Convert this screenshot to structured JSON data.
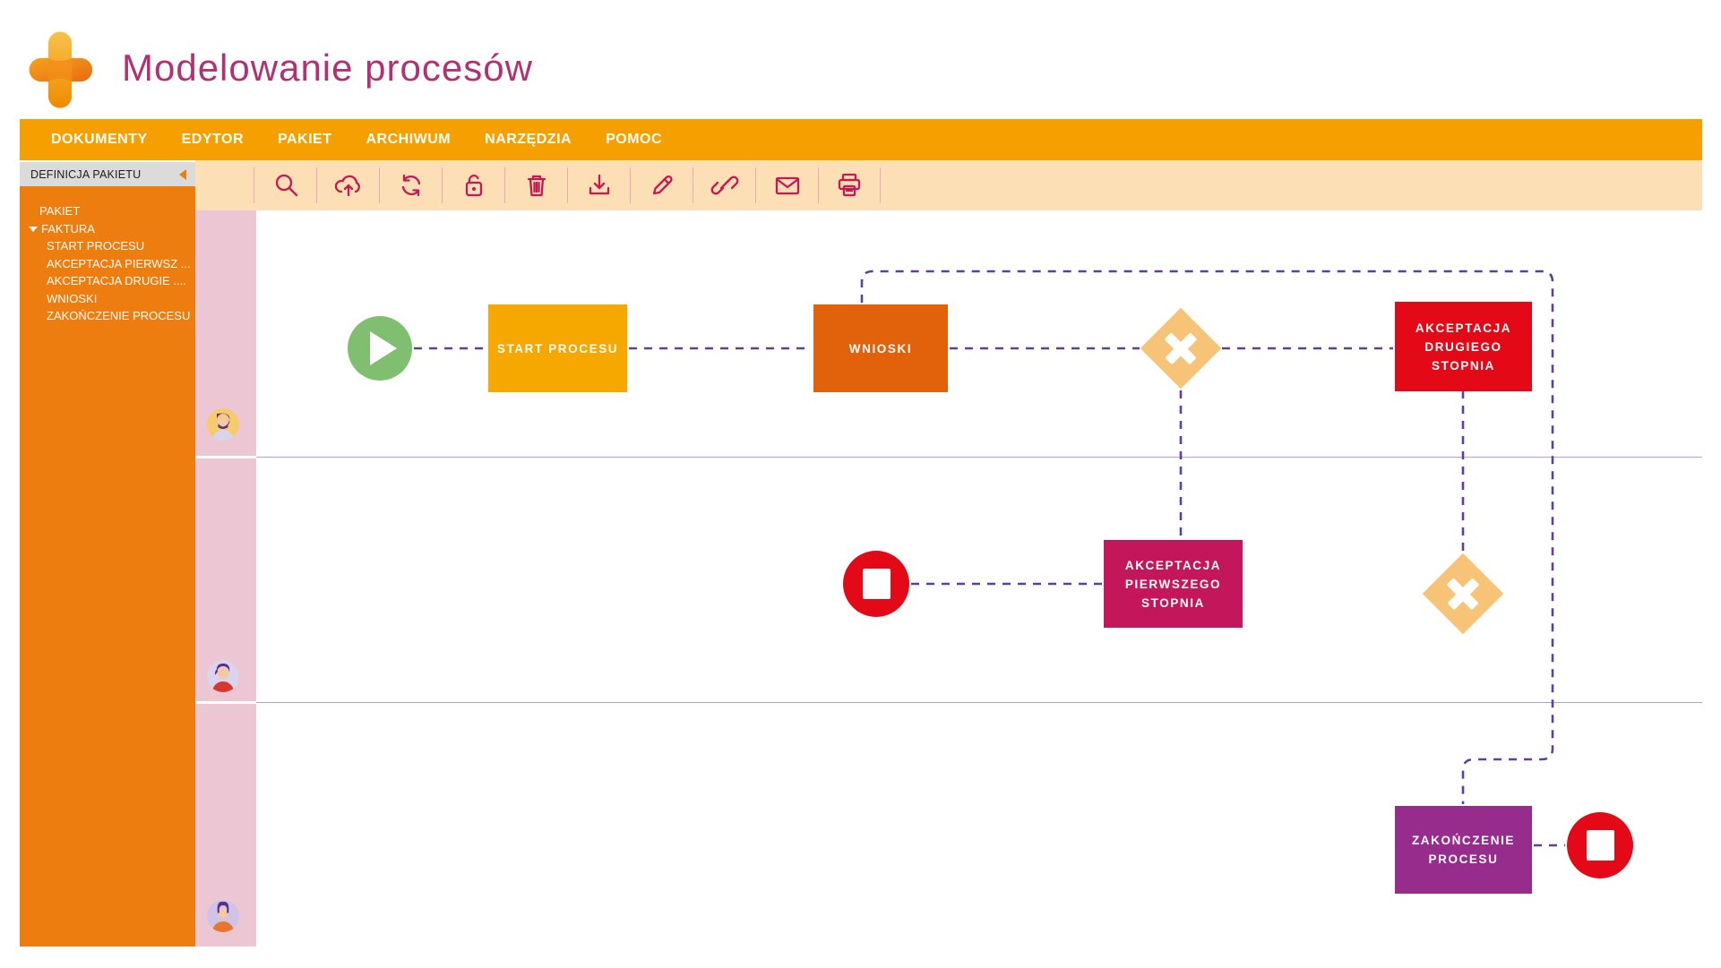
{
  "app": {
    "title": "Modelowanie procesów",
    "logo": "orange-plus-logo",
    "title_color": "#B13272"
  },
  "menu": {
    "bg_color": "#F5A000",
    "items": [
      {
        "label": "DOKUMENTY"
      },
      {
        "label": "EDYTOR"
      },
      {
        "label": "PAKIET"
      },
      {
        "label": "ARCHIWUM"
      },
      {
        "label": "NARZĘDZIA"
      },
      {
        "label": "POMOC"
      }
    ]
  },
  "toolbar": {
    "bg_color": "#FCDFB5",
    "icon_color": "#C41952",
    "icons": [
      "search-icon",
      "cloud-upload-icon",
      "refresh-icon",
      "unlock-icon",
      "trash-icon",
      "download-icon",
      "pencil-icon",
      "link-icon",
      "mail-icon",
      "print-icon"
    ]
  },
  "sidebar": {
    "header": "DEFINICJA PAKIETU",
    "bg_color": "#ED7D0E",
    "tree": [
      {
        "label": "PAKIET"
      },
      {
        "label": "FAKTURA",
        "expanded": true
      },
      {
        "label": "START PROCESU"
      },
      {
        "label": "AKCEPTACJA PIERWSZ ..."
      },
      {
        "label": "AKCEPTACJA DRUGIE ...."
      },
      {
        "label": "WNIOSKI"
      },
      {
        "label": "ZAKOŃCZENIE PROCESU"
      }
    ]
  },
  "diagram": {
    "lane_strip_color": "#ECC6D2",
    "lane_divider_color": "#B59FCE",
    "connector_color": "#5F4099",
    "connector_style": "dashed",
    "lanes": [
      {
        "avatar": "bearded-man-avatar"
      },
      {
        "avatar": "red-blouse-woman-avatar"
      },
      {
        "avatar": "orange-shirt-person-avatar"
      }
    ],
    "nodes": {
      "start_event": {
        "type": "start-event",
        "color": "#80BE70"
      },
      "start_procesu": {
        "label": "START PROCESU",
        "color": "#F6A700"
      },
      "wnioski": {
        "label": "WNIOSKI",
        "color": "#E2610B"
      },
      "gateway1": {
        "type": "xor-gateway",
        "color": "#F7C377"
      },
      "akceptacja_drugiego": {
        "label": "AKCEPTACJA DRUGIEGO STOPNIA",
        "color": "#E30917"
      },
      "stop_event1": {
        "type": "end-event",
        "color": "#E30917"
      },
      "akceptacja_pierwszego": {
        "label": "AKCEPTACJA PIERWSZEGO STOPNIA",
        "color": "#C4175B"
      },
      "gateway2": {
        "type": "xor-gateway",
        "color": "#F7C377"
      },
      "zakonczenie": {
        "label": "ZAKOŃCZENIE PROCESU",
        "color": "#962D8C"
      },
      "stop_event2": {
        "type": "end-event",
        "color": "#E30917"
      }
    }
  }
}
